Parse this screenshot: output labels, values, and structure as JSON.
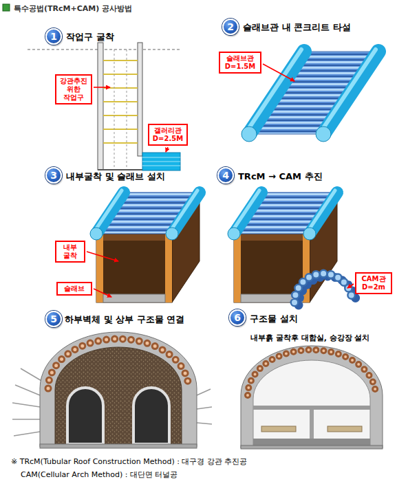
{
  "diagram": {
    "title": "특수공법(TRcM+CAM) 공사방법",
    "nodes": [
      {
        "text": [
          "1"
        ]
      },
      {
        "text": [
          "강관추진 위한 작업구"
        ]
      },
      {
        "text": [
          "갤러리관 D=2.5M"
        ]
      },
      {
        "text": [
          "2"
        ]
      },
      {
        "text": [
          "슬래브관 D=1.5M"
        ]
      },
      {
        "text": [
          "3"
        ]
      },
      {
        "text": [
          "내부 굴착"
        ]
      },
      {
        "text": [
          "슬래브"
        ]
      },
      {
        "text": [
          "4"
        ]
      },
      {
        "text": [
          "CAM관 D=2m"
        ]
      },
      {
        "text": [
          "5"
        ]
      },
      {
        "text": [
          "6"
        ]
      }
    ],
    "labels": [
      "작업구 굴착",
      "슬래브관 내 콘크리트 타설",
      "내부굴착 및 슬래브 설치",
      "TRcM → CAM 추진",
      "하부벽체 및 상부 구조물 연결",
      "구조물 설치",
      "내부흙 굴착후 대합실, 승강장 설치",
      "※ TRcM(Tubular Roof Construction Method) : 대구경 강관 추진공",
      "CAM(Cellular Arch Method) : 대단면 터널공"
    ]
  }
}
